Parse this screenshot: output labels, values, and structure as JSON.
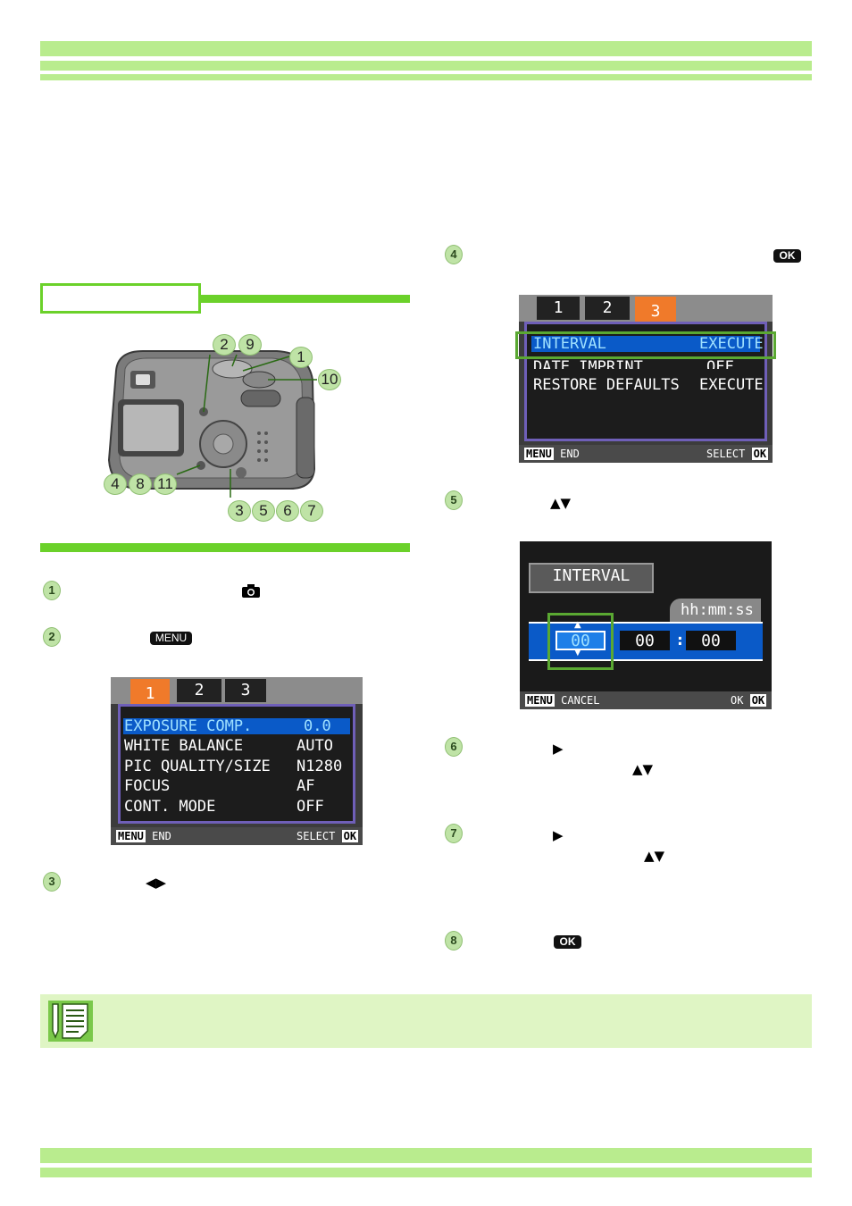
{
  "lcd1": {
    "tabs": [
      "1",
      "2",
      "3"
    ],
    "rows": [
      {
        "label": "EXPOSURE COMP.",
        "value": "0.0"
      },
      {
        "label": "WHITE BALANCE",
        "value": "AUTO"
      },
      {
        "label": "PIC QUALITY/SIZE",
        "value": "N1280"
      },
      {
        "label": "FOCUS",
        "value": "AF"
      },
      {
        "label": "CONT. MODE",
        "value": "OFF"
      }
    ],
    "footer_left_key": "MENU",
    "footer_left": "END",
    "footer_right": "SELECT",
    "footer_right_key": "OK"
  },
  "lcd2": {
    "tabs": [
      "1",
      "2",
      "3"
    ],
    "rows": [
      {
        "label": "INTERVAL",
        "value": "EXECUTE"
      },
      {
        "label": "DATE IMPRINT",
        "value": "OFF"
      },
      {
        "label": "RESTORE DEFAULTS",
        "value": "EXECUTE"
      }
    ],
    "footer_left_key": "MENU",
    "footer_left": "END",
    "footer_right": "SELECT",
    "footer_right_key": "OK"
  },
  "lcd3": {
    "title": "INTERVAL",
    "format": "hh:mm:ss",
    "hh": "00",
    "mm": "00",
    "ss": "00",
    "separator": ":",
    "footer_left_key": "MENU",
    "footer_left": "CANCEL",
    "footer_right": "OK",
    "footer_right_key": "OK"
  },
  "camera_callouts": {
    "top": [
      "2",
      "9",
      "1",
      "10"
    ],
    "left": [
      "4",
      "8",
      "11"
    ],
    "bottom": [
      "3",
      "5",
      "6",
      "7"
    ]
  },
  "steps": [
    "1",
    "2",
    "3",
    "4",
    "5",
    "6",
    "7",
    "8"
  ],
  "icons": {
    "ok_label": "OK",
    "menu_label": "MENU",
    "up_down": "▲▼",
    "left_right": "◀▶",
    "right": "▶"
  },
  "colors": {
    "band": "#b9ec8e",
    "accent": "#6bd12a",
    "lcd_blue": "#0a5ac8",
    "lcd_orange": "#f07a2a"
  }
}
